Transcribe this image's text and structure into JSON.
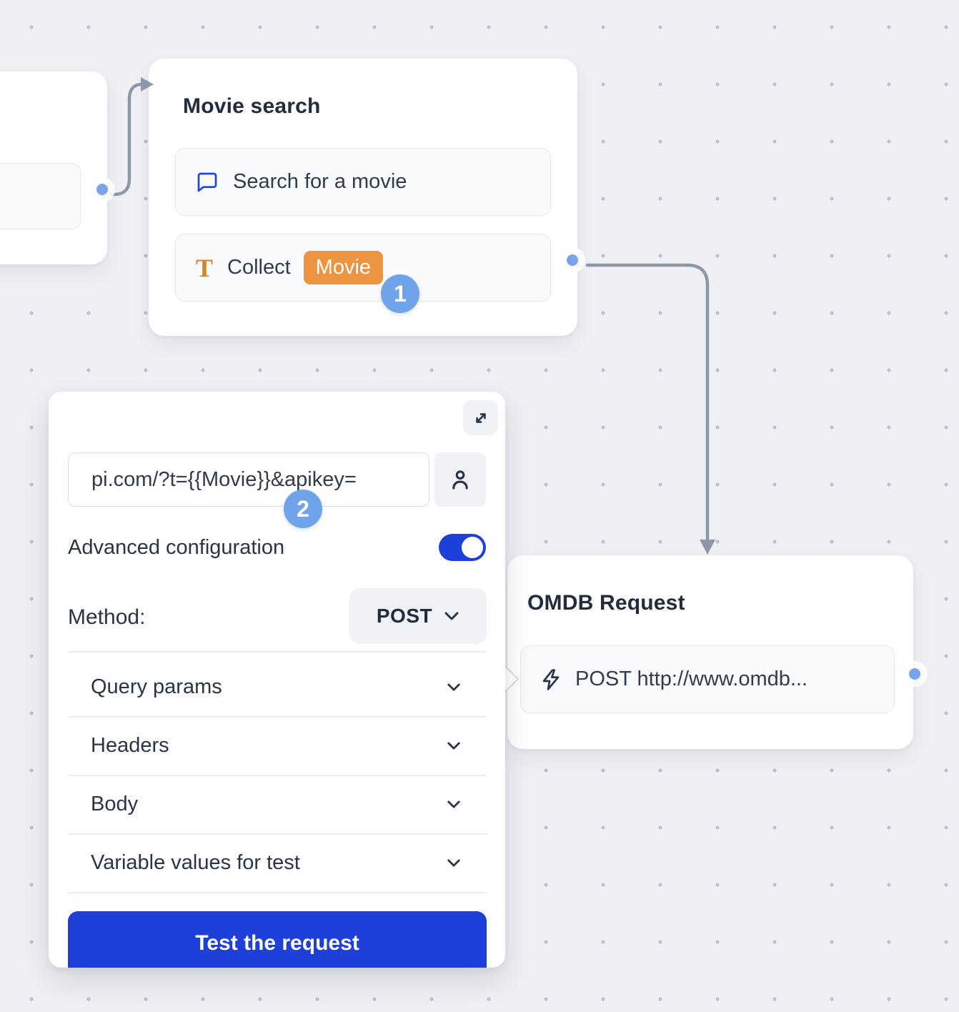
{
  "canvas": {
    "background_color": "#eef0f4",
    "dot_color": "#b7c1d3"
  },
  "movie_node": {
    "title": "Movie search",
    "rows": [
      {
        "icon": "chat-bubble-icon",
        "label": "Search for a movie"
      },
      {
        "icon": "text-input-icon",
        "label": "Collect",
        "badge": "Movie"
      }
    ]
  },
  "omdb_node": {
    "title": "OMDB Request",
    "rows": [
      {
        "icon": "lightning-icon",
        "label": "POST http://www.omdb..."
      }
    ]
  },
  "panel": {
    "url_value": "pi.com/?t={{Movie}}&apikey=",
    "advanced_label": "Advanced configuration",
    "advanced_toggle_on": "true",
    "method_label": "Method:",
    "method_value": "POST",
    "sections": [
      {
        "label": "Query params"
      },
      {
        "label": "Headers"
      },
      {
        "label": "Body"
      },
      {
        "label": "Variable values for test"
      }
    ],
    "test_button_label": "Test the request"
  },
  "step_badges": {
    "one": "1",
    "two": "2"
  },
  "colors": {
    "primary_blue": "#1e3fd8",
    "step_badge_blue": "#6fa4ea",
    "port_blue": "#7aa3ed",
    "variable_badge_orange": "#ec9440",
    "text_icon_orange": "#d9822b",
    "chat_icon_blue": "#2442e4",
    "connector_gray": "#8d97aa",
    "title_text": "#212c3e",
    "body_text": "#313b4d"
  }
}
